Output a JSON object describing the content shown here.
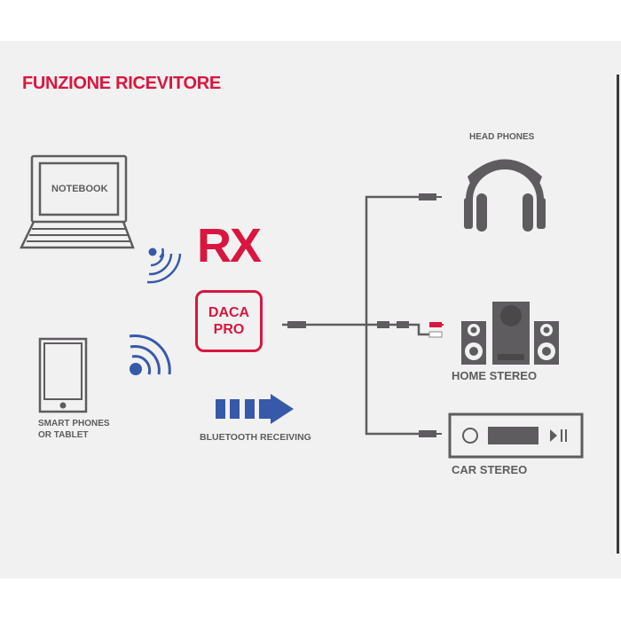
{
  "title": "FUNZIONE RICEVITORE",
  "sources": {
    "notebook": "NOTEBOOK",
    "smartphone_line1": "SMART PHONES",
    "smartphone_line2": "OR TABLET"
  },
  "receiver": {
    "mode": "RX",
    "device_line1": "DACA",
    "device_line2": "PRO"
  },
  "flow_label": "BLUETOOTH RECEIVING",
  "outputs": {
    "headphones": "HEAD PHONES",
    "home_stereo": "HOME STEREO",
    "car_stereo": "CAR STEREO"
  },
  "colors": {
    "accent_red": "#d9163f",
    "bluetooth_blue": "#3759aa",
    "icon_gray": "#5e5c5e",
    "background": "#f1f1f1"
  }
}
